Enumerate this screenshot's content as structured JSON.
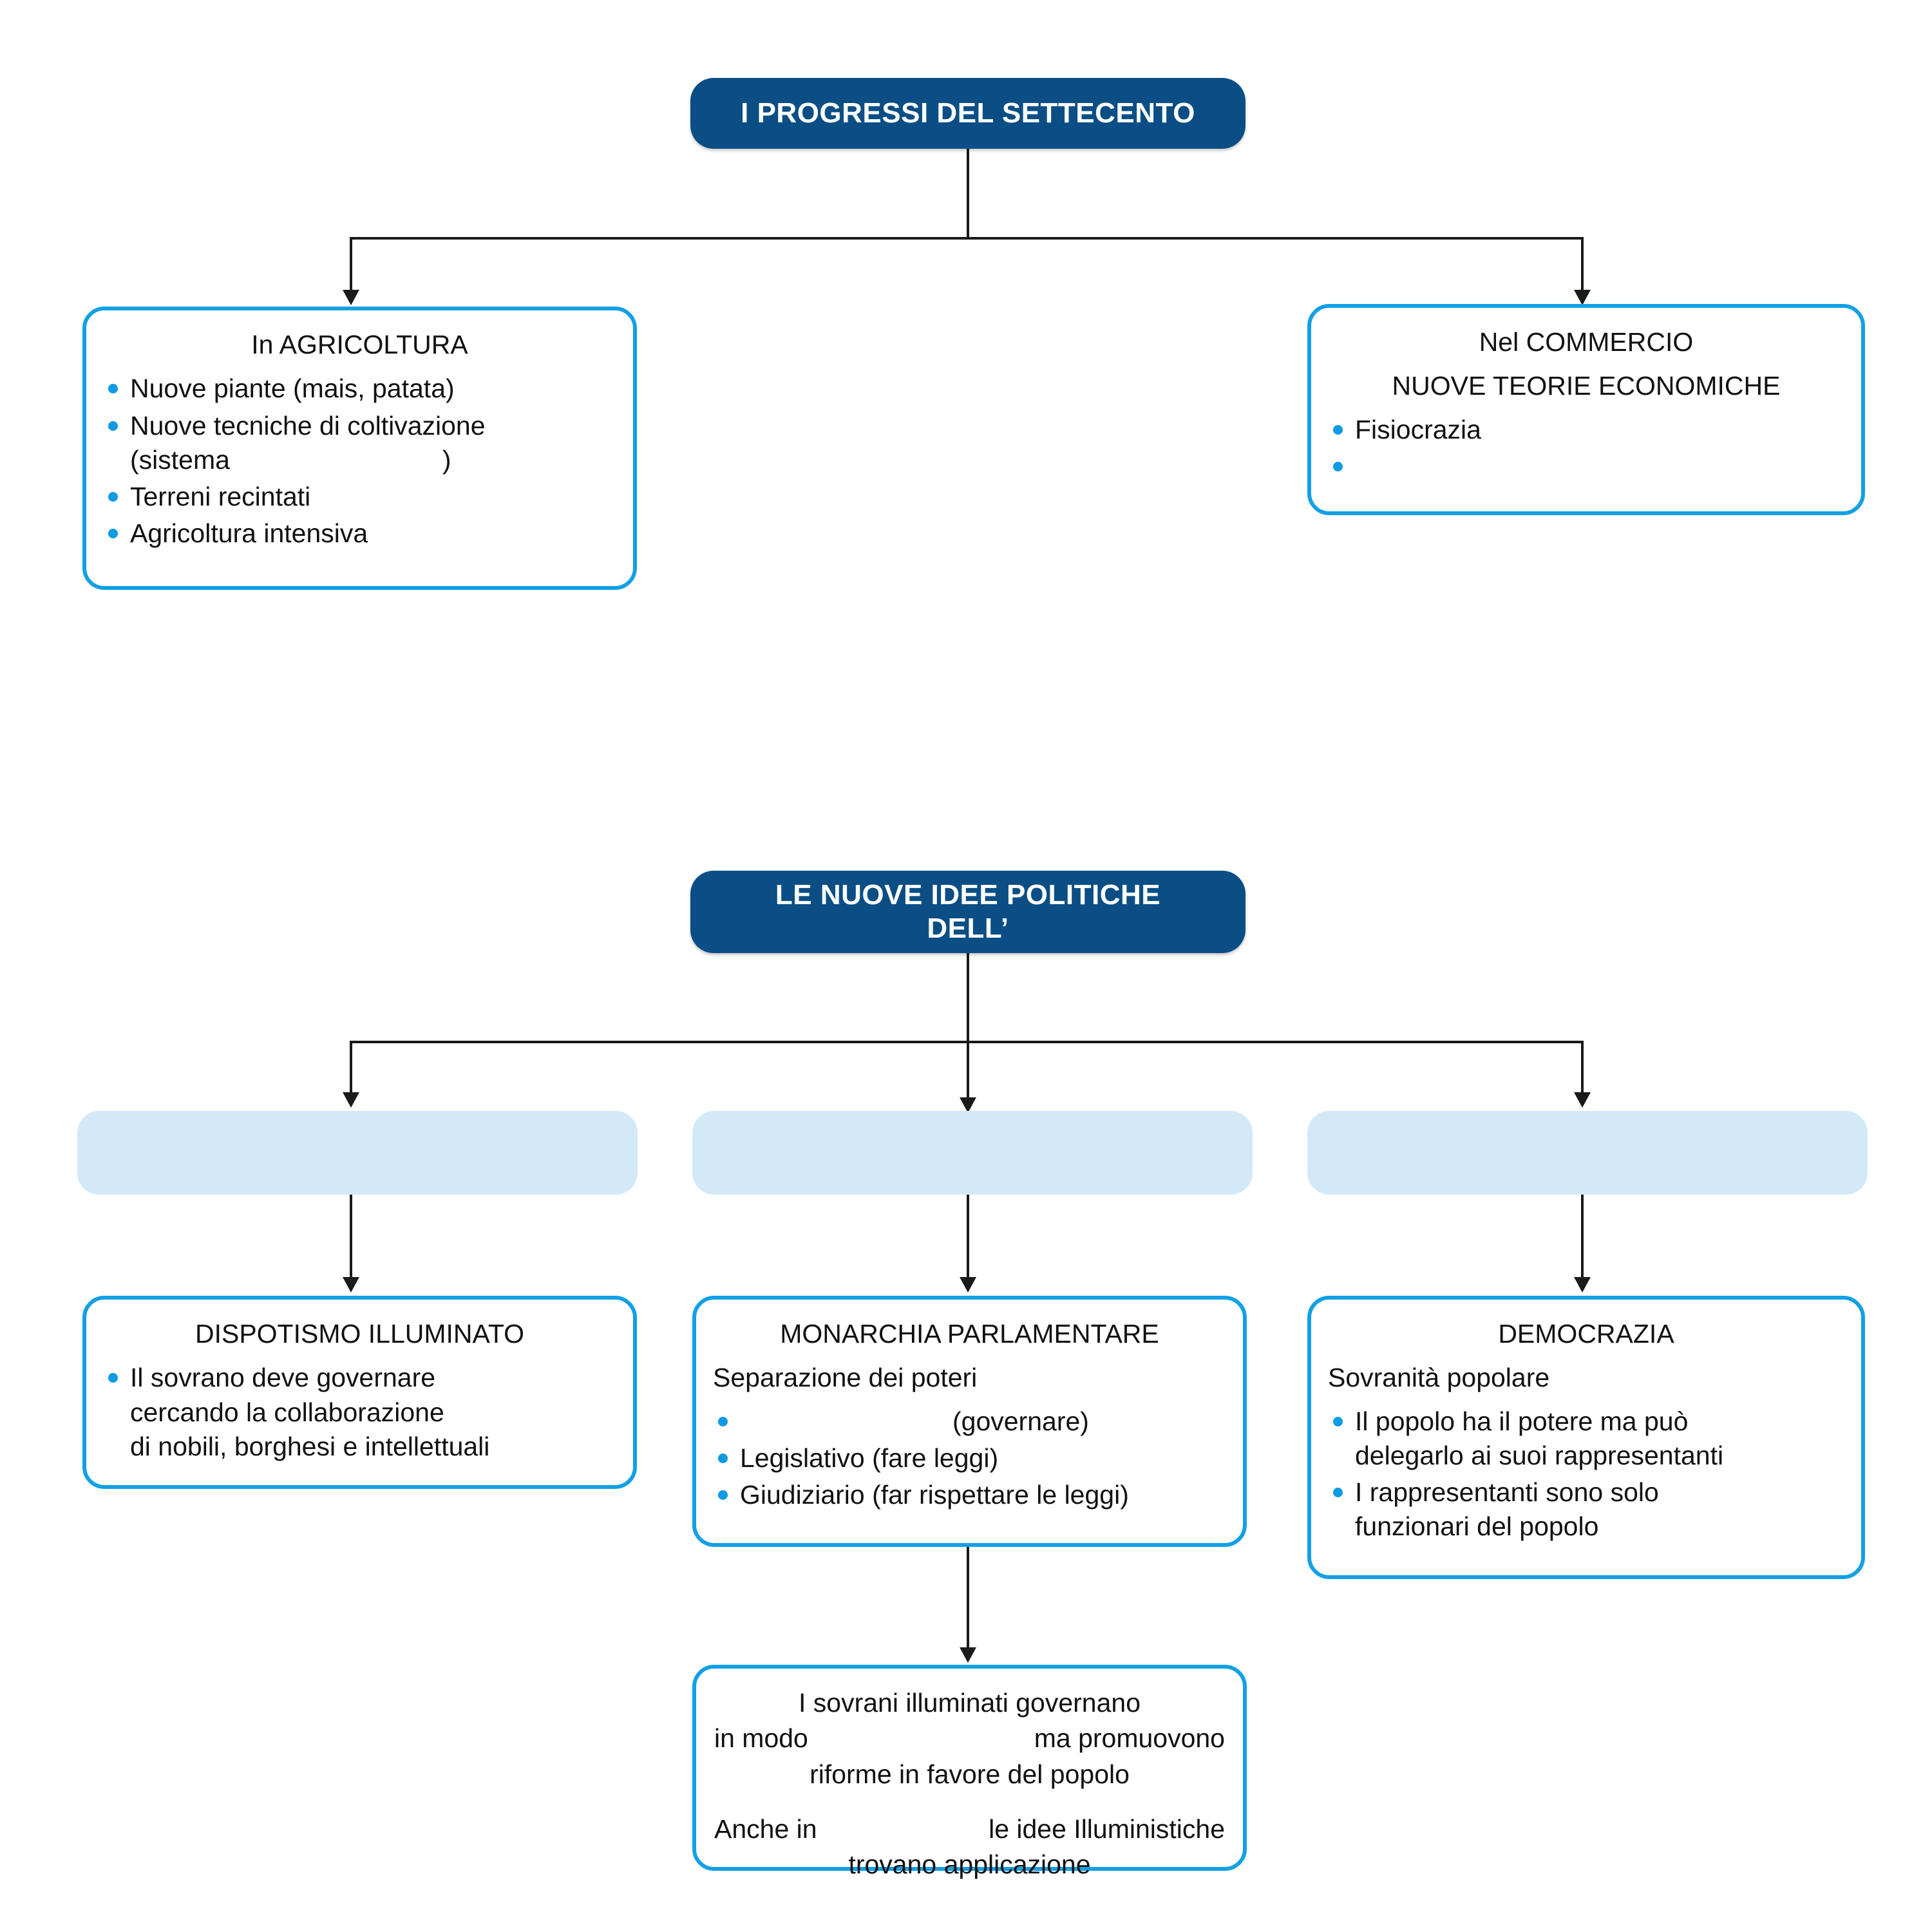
{
  "diagram": {
    "title": "I PROGRESSI DEL SETTECENTO",
    "palette": {
      "header_fill": "#0B4E85",
      "header_text": "#FFFFFF",
      "card_border": "#12A0E6",
      "card_fill": "#FFFFFF",
      "pill_fill": "#D3E9F8",
      "bullet": "#0E9AE4",
      "connector": "#1A1A1A",
      "background": "#FFFFFF"
    }
  },
  "section1": {
    "header": {
      "line1": "I PROGRESSI DEL SETTECENTO"
    },
    "agricoltura": {
      "title": "In AGRICOLTURA",
      "bullets": [
        {
          "text": "Nuove piante (mais, patata)"
        },
        {
          "text": "Nuove tecniche di coltivazione",
          "text2_pre": "(sistema",
          "text2_post": ")",
          "has_gap": true
        },
        {
          "text": "Terreni recintati"
        },
        {
          "text": "Agricoltura intensiva"
        }
      ]
    },
    "commercio": {
      "title": "Nel COMMERCIO",
      "subtitle": "NUOVE TEORIE ECONOMICHE",
      "bullets": [
        {
          "text": "Fisiocrazia"
        },
        {
          "text": ""
        }
      ]
    }
  },
  "section2": {
    "header": {
      "line1": "LE NUOVE IDEE POLITICHE",
      "line2": "DELL’"
    },
    "pills": [
      {
        "label": ""
      },
      {
        "label": ""
      },
      {
        "label": ""
      }
    ],
    "dispotismo": {
      "title": "DISPOTISMO ILLUMINATO",
      "bullets": [
        {
          "line1": "Il sovrano deve governare",
          "line2": "cercando la collaborazione",
          "line3": "di nobili, borghesi e intellettuali"
        }
      ]
    },
    "monarchia": {
      "title": "MONARCHIA PARLAMENTARE",
      "lead": "Separazione dei poteri",
      "bullets": [
        {
          "text_pre": "",
          "text_post": "(governare)",
          "has_gap": true
        },
        {
          "text": "Legislativo (fare leggi)"
        },
        {
          "text": "Giudiziario (far rispettare le leggi)"
        }
      ]
    },
    "democrazia": {
      "title": "DEMOCRAZIA",
      "lead": "Sovranità popolare",
      "bullets": [
        {
          "line1": "Il popolo ha il potere ma può",
          "line2": "delegarlo ai suoi rappresentanti"
        },
        {
          "line1": "I rappresentanti sono solo",
          "line2": "funzionari del popolo"
        }
      ]
    },
    "sovrani_box": {
      "p1_l1": "I sovrani illuminati governano",
      "p1_l2_pre": "in modo",
      "p1_l2_post": "ma promuovono",
      "p1_l3": "riforme in favore del popolo",
      "p2_l1_pre": "Anche in",
      "p2_l1_post": "le idee Illuministiche",
      "p2_l2": "trovano applicazione"
    }
  }
}
